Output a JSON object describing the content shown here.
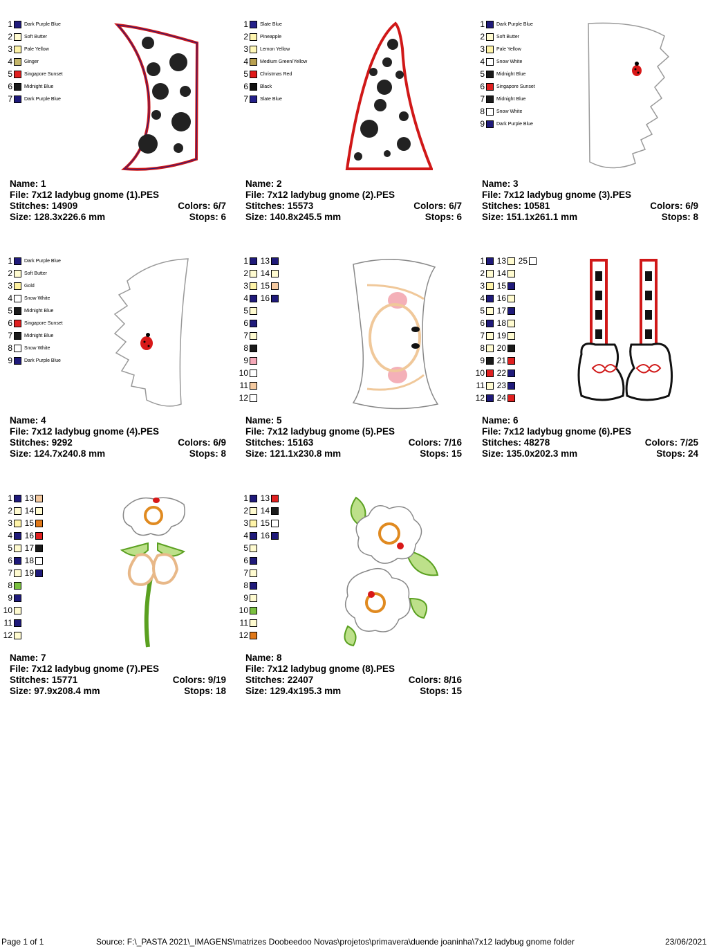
{
  "colors": {
    "Dark Purple Blue": "#1f1a7a",
    "Soft Butter": "#fffbd0",
    "Pale Yellow": "#fff4a8",
    "Ginger": "#c4b66a",
    "Singapore Sunset": "#e02020",
    "Midnight Blue": "#1a1a1a",
    "Slate Blue": "#24208a",
    "Pineapple": "#fff6b0",
    "Lemon Yellow": "#fff8b8",
    "Medium Green/Yellow": "#b8a050",
    "Christmas Red": "#e01818",
    "Black": "#111111",
    "Snow White": "#ffffff",
    "Gold": "#fff2a0"
  },
  "designs": [
    {
      "name_label": "Name: 1",
      "file": "File: 7x12 ladybug gnome (1).PES",
      "stitches": "Stitches: 14909",
      "colors": "Colors: 6/7",
      "size": "Size: 128.3x226.6 mm",
      "stops": "Stops: 6",
      "legend": [
        "Dark Purple Blue",
        "Soft Butter",
        "Pale Yellow",
        "Ginger",
        "Singapore Sunset",
        "Midnight Blue",
        "Dark Purple Blue"
      ]
    },
    {
      "name_label": "Name: 2",
      "file": "File: 7x12 ladybug gnome (2).PES",
      "stitches": "Stitches: 15573",
      "colors": "Colors: 6/7",
      "size": "Size: 140.8x245.5 mm",
      "stops": "Stops: 6",
      "legend": [
        "Slate Blue",
        "Pineapple",
        "Lemon Yellow",
        "Medium Green/Yellow",
        "Christmas Red",
        "Black",
        "Slate Blue"
      ]
    },
    {
      "name_label": "Name: 3",
      "file": "File: 7x12 ladybug gnome (3).PES",
      "stitches": "Stitches: 10581",
      "colors": "Colors: 6/9",
      "size": "Size: 151.1x261.1 mm",
      "stops": "Stops: 8",
      "legend": [
        "Dark Purple Blue",
        "Soft Butter",
        "Pale Yellow",
        "Snow White",
        "Midnight Blue",
        "Singapore Sunset",
        "Midnight Blue",
        "Snow White",
        "Dark Purple Blue"
      ]
    },
    {
      "name_label": "Name: 4",
      "file": "File: 7x12 ladybug gnome (4).PES",
      "stitches": "Stitches: 9292",
      "colors": "Colors: 6/9",
      "size": "Size: 124.7x240.8 mm",
      "stops": "Stops: 8",
      "legend": [
        "Dark Purple Blue",
        "Soft Butter",
        "Gold",
        "Snow White",
        "Midnight Blue",
        "Singapore Sunset",
        "Midnight Blue",
        "Snow White",
        "Dark Purple Blue"
      ]
    },
    {
      "name_label": "Name: 5",
      "file": "File: 7x12 ladybug gnome (5).PES",
      "stitches": "Stitches: 15163",
      "colors": "Colors: 7/16",
      "size": "Size: 121.1x230.8 mm",
      "stops": "Stops: 15",
      "grid": [
        [
          "#1f1a7a",
          "#fffbd0",
          "#fff4a8",
          "#1f1a7a",
          "#fffbd0",
          "#1f1a7a",
          "#fffbd0",
          "#1a1a1a",
          "#f4a8b8",
          "#ffffff",
          "#f5caa0",
          "#ffffff"
        ],
        [
          "#1f1a7a",
          "#fffbd0",
          "#f5caa0",
          "#1f1a7a"
        ]
      ]
    },
    {
      "name_label": "Name: 6",
      "file": "File: 7x12 ladybug gnome (6).PES",
      "stitches": "Stitches: 48278",
      "colors": "Colors: 7/25",
      "size": "Size: 135.0x202.3 mm",
      "stops": "Stops: 24",
      "grid": [
        [
          "#1f1a7a",
          "#fffbd0",
          "#fff4a8",
          "#1f1a7a",
          "#fffbd0",
          "#1f1a7a",
          "#fffbd0",
          "#fffbd0",
          "#1a1a1a",
          "#e02020",
          "#fffbd0",
          "#1f1a7a"
        ],
        [
          "#fffbd0",
          "#fffbd0",
          "#1f1a7a",
          "#fffbd0",
          "#1f1a7a",
          "#fffbd0",
          "#fffbd0",
          "#1a1a1a",
          "#e02020",
          "#1f1a7a",
          "#1f1a7a",
          "#e02020"
        ],
        [
          "#ffffff"
        ]
      ]
    },
    {
      "name_label": "Name: 7",
      "file": "File: 7x12 ladybug gnome (7).PES",
      "stitches": "Stitches: 15771",
      "colors": "Colors: 9/19",
      "size": "Size: 97.9x208.4 mm",
      "stops": "Stops: 18",
      "grid": [
        [
          "#1f1a7a",
          "#fffbd0",
          "#fff4a8",
          "#1f1a7a",
          "#fffbd0",
          "#1f1a7a",
          "#fffbd0",
          "#7ac040",
          "#1f1a7a",
          "#fffbd0",
          "#1f1a7a",
          "#fffbd0"
        ],
        [
          "#f5caa0",
          "#fffbd0",
          "#e07818",
          "#e02020",
          "#1a1a1a",
          "#ffffff",
          "#1f1a7a"
        ]
      ]
    },
    {
      "name_label": "Name: 8",
      "file": "File: 7x12 ladybug gnome (8).PES",
      "stitches": "Stitches: 22407",
      "colors": "Colors: 8/16",
      "size": "Size: 129.4x195.3 mm",
      "stops": "Stops: 15",
      "grid": [
        [
          "#1f1a7a",
          "#fffbd0",
          "#fff4a8",
          "#1f1a7a",
          "#fffbd0",
          "#1f1a7a",
          "#fffbd0",
          "#1f1a7a",
          "#fffbd0",
          "#7ac040",
          "#fffbd0",
          "#e07818"
        ],
        [
          "#e02020",
          "#1a1a1a",
          "#ffffff",
          "#1f1a7a"
        ]
      ]
    }
  ],
  "footer": {
    "page": "Page 1 of 1",
    "source": "Source: F:\\_PASTA 2021\\_IMAGENS\\matrizes Doobeedoo Novas\\projetos\\primavera\\duende joaninha\\7x12 ladybug gnome folder",
    "date": "23/06/2021"
  }
}
